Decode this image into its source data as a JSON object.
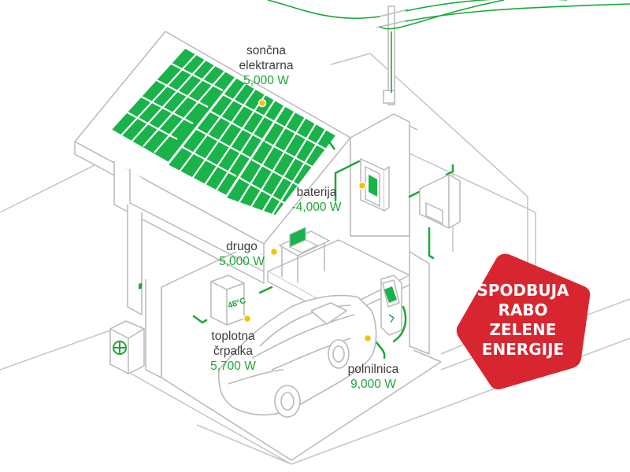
{
  "colors": {
    "panel_green": "#19b34a",
    "accent_green": "#1aa83a",
    "outline_grey": "#b9b9b9",
    "badge_red": "#d72630",
    "text_dark": "#3c3c3c"
  },
  "labels": {
    "solar": {
      "name_line1": "sončna",
      "name_line2": "elektrarna",
      "value": "5,000 W"
    },
    "battery": {
      "name": "baterija",
      "value": "-4,000 W"
    },
    "other": {
      "name": "drugo",
      "value": "5,000 W"
    },
    "heat_pump": {
      "name_line1": "toplotna",
      "name_line2": "črpalka",
      "value": "5,700 W",
      "display": "48°C"
    },
    "charger": {
      "name": "polnilnica",
      "value": "9,000 W"
    }
  },
  "badge": {
    "lines": [
      "SPODBUJA",
      "RABO",
      "ZELENE",
      "ENERGIJE"
    ]
  }
}
